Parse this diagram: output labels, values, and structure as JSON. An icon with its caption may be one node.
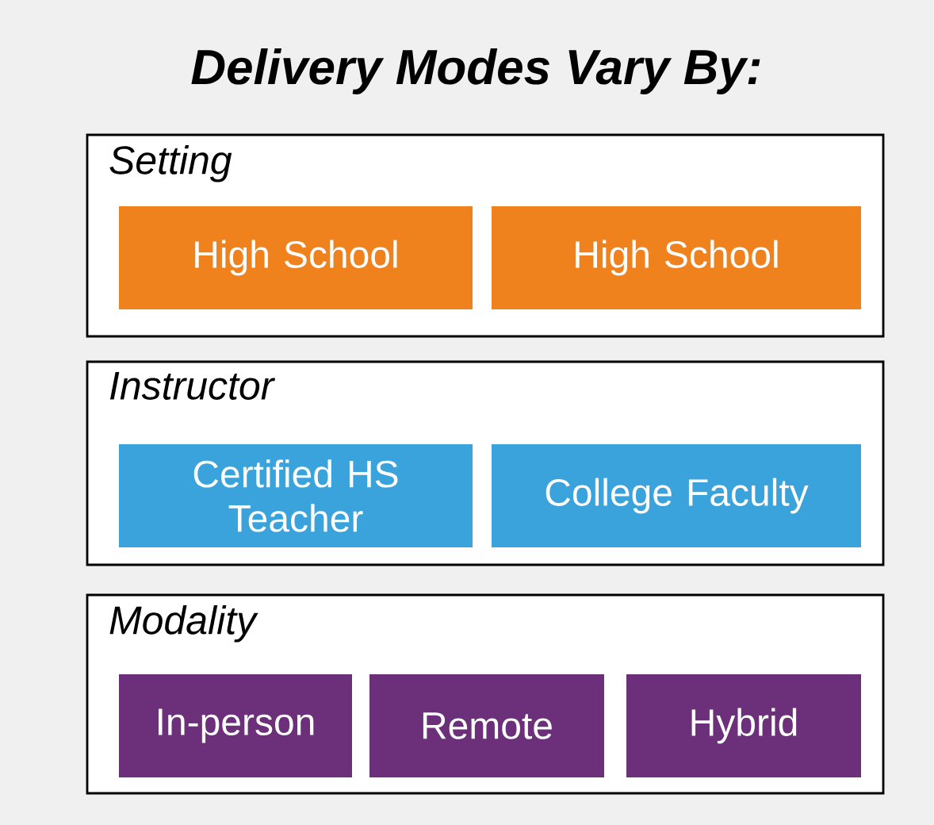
{
  "diagram": {
    "title": "Delivery Modes Vary By:",
    "nodes": [
      {
        "text": [
          "Setting"
        ]
      },
      {
        "text": [
          "High School"
        ],
        "in": 0
      },
      {
        "text": [
          "High School"
        ],
        "in": 0
      },
      {
        "text": [
          "Instructor"
        ]
      },
      {
        "text": [
          "Certified HS Teacher"
        ],
        "in": 3
      },
      {
        "text": [
          "College Faculty"
        ],
        "in": 3
      },
      {
        "text": [
          "Modality"
        ]
      },
      {
        "text": [
          "In-person"
        ],
        "in": 6
      },
      {
        "text": [
          "Remote"
        ],
        "in": 6
      },
      {
        "text": [
          "Hybrid"
        ],
        "in": 6
      }
    ]
  }
}
